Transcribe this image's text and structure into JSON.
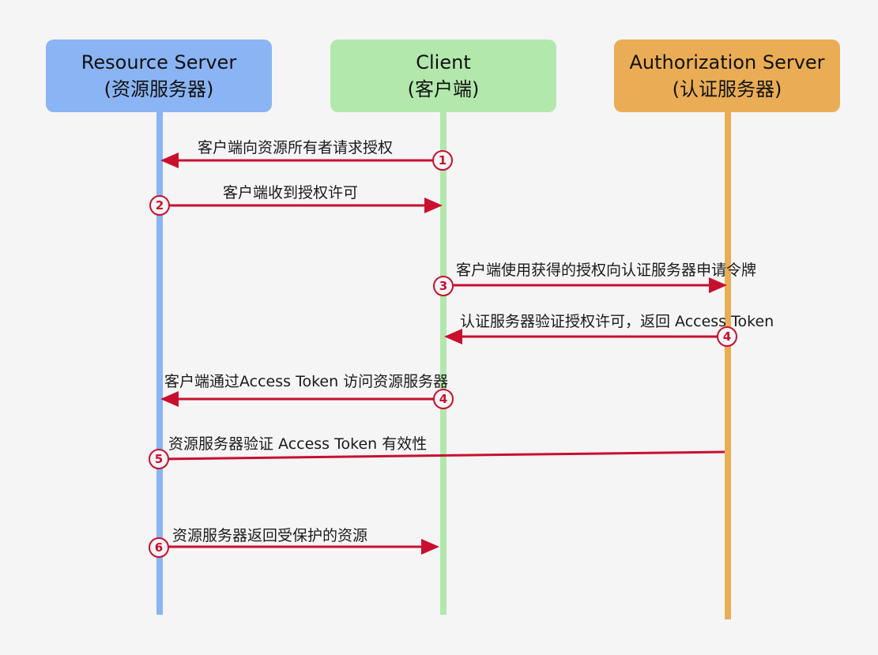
{
  "actors": {
    "resource": {
      "name": "Resource Server",
      "sub": "(资源服务器)",
      "color": "#8ab4f4"
    },
    "client": {
      "name": "Client",
      "sub": "(客户端)",
      "color": "#b2e8ac"
    },
    "auth": {
      "name": "Authorization Server",
      "sub": "(认证服务器)",
      "color": "#eaad55"
    }
  },
  "arrow_color": "#c8102e",
  "messages": [
    {
      "step": "1",
      "text": "客户端向资源所有者请求授权"
    },
    {
      "step": "2",
      "text": "客户端收到授权许可"
    },
    {
      "step": "3",
      "text": "客户端使用获得的授权向认证服务器申请令牌"
    },
    {
      "step": "4",
      "text": "认证服务器验证授权许可，返回 Access Token"
    },
    {
      "step": "4",
      "text": "客户端通过Access Token 访问资源服务器"
    },
    {
      "step": "5",
      "text": "资源服务器验证 Access Token 有效性"
    },
    {
      "step": "6",
      "text": "资源服务器返回受保护的资源"
    }
  ]
}
